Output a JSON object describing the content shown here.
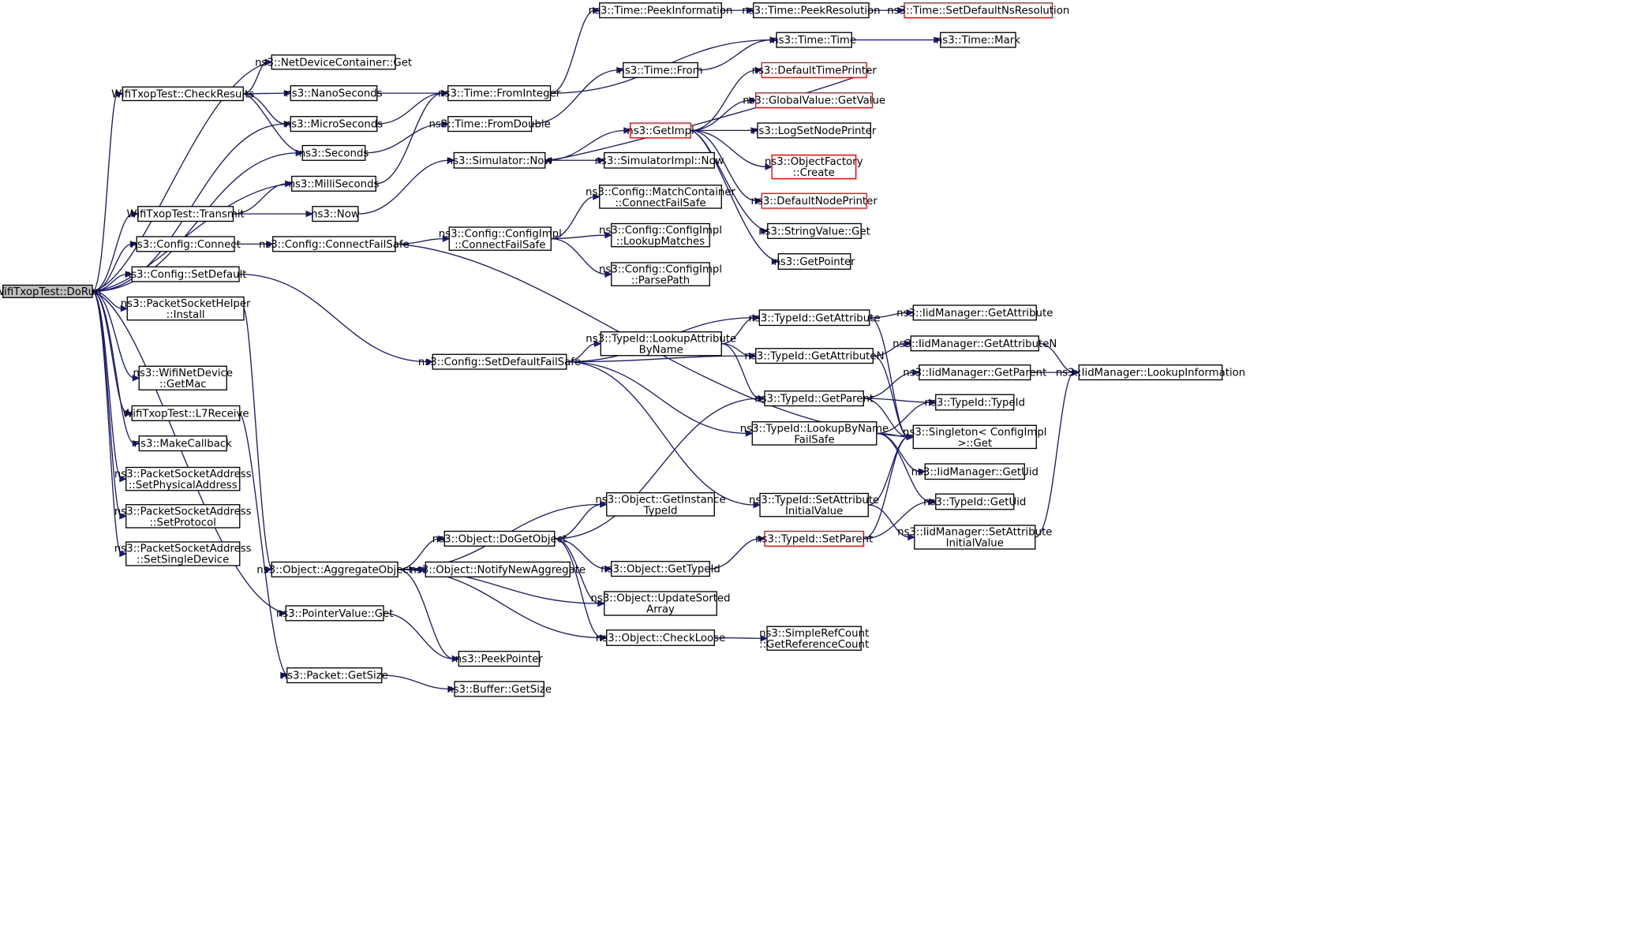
{
  "colors": {
    "edge": "#191970",
    "node_border": "#000000",
    "node_border_highlight": "#ff0000",
    "root_fill": "#bfbfbf"
  },
  "nodes": [
    {
      "id": "dorun",
      "lines": [
        "WifiTxopTest::DoRun"
      ],
      "root": true
    },
    {
      "id": "ndcget",
      "lines": [
        "ns3::NetDeviceContainer::Get"
      ]
    },
    {
      "id": "checkresults",
      "lines": [
        "WifiTxopTest::CheckResults"
      ]
    },
    {
      "id": "nanoseconds",
      "lines": [
        "ns3::NanoSeconds"
      ]
    },
    {
      "id": "microseconds",
      "lines": [
        "ns3::MicroSeconds"
      ]
    },
    {
      "id": "seconds",
      "lines": [
        "ns3::Seconds"
      ]
    },
    {
      "id": "milliseconds",
      "lines": [
        "ns3::MilliSeconds"
      ]
    },
    {
      "id": "transmit",
      "lines": [
        "WifiTxopTest::Transmit"
      ]
    },
    {
      "id": "now",
      "lines": [
        "ns3::Now"
      ]
    },
    {
      "id": "connect",
      "lines": [
        "ns3::Config::Connect"
      ]
    },
    {
      "id": "connectfailsafe",
      "lines": [
        "ns3::Config::ConnectFailSafe"
      ]
    },
    {
      "id": "setdefault",
      "lines": [
        "ns3::Config::SetDefault"
      ]
    },
    {
      "id": "psh_install",
      "lines": [
        "ns3::PacketSocketHelper",
        "::Install"
      ]
    },
    {
      "id": "getmac",
      "lines": [
        "ns3::WifiNetDevice",
        "::GetMac"
      ]
    },
    {
      "id": "l7receive",
      "lines": [
        "WifiTxopTest::L7Receive"
      ]
    },
    {
      "id": "makecallback",
      "lines": [
        "ns3::MakeCallback"
      ]
    },
    {
      "id": "setphysaddr",
      "lines": [
        "ns3::PacketSocketAddress",
        "::SetPhysicalAddress"
      ]
    },
    {
      "id": "setprotocol",
      "lines": [
        "ns3::PacketSocketAddress",
        "::SetProtocol"
      ]
    },
    {
      "id": "setsingledevice",
      "lines": [
        "ns3::PacketSocketAddress",
        "::SetSingleDevice"
      ]
    },
    {
      "id": "peekinfo",
      "lines": [
        "ns3::Time::PeekInformation"
      ]
    },
    {
      "id": "peekres",
      "lines": [
        "ns3::Time::PeekResolution"
      ]
    },
    {
      "id": "setdefaultns",
      "lines": [
        "ns3::Time::SetDefaultNsResolution"
      ],
      "highlight": true
    },
    {
      "id": "time",
      "lines": [
        "ns3::Time::Time"
      ]
    },
    {
      "id": "mark",
      "lines": [
        "ns3::Time::Mark"
      ]
    },
    {
      "id": "timefrom",
      "lines": [
        "ns3::Time::From"
      ]
    },
    {
      "id": "fromint",
      "lines": [
        "ns3::Time::FromInteger"
      ]
    },
    {
      "id": "fromdouble",
      "lines": [
        "ns3::Time::FromDouble"
      ]
    },
    {
      "id": "deftimeprinter",
      "lines": [
        "ns3::DefaultTimePrinter"
      ],
      "highlight": true
    },
    {
      "id": "gvgetvalue",
      "lines": [
        "ns3::GlobalValue::GetValue"
      ],
      "highlight": true
    },
    {
      "id": "getimpl",
      "lines": [
        "ns3::GetImpl"
      ],
      "highlight": true
    },
    {
      "id": "logsetnode",
      "lines": [
        "ns3::LogSetNodePrinter"
      ]
    },
    {
      "id": "simnow",
      "lines": [
        "ns3::Simulator::Now"
      ]
    },
    {
      "id": "simimplnow",
      "lines": [
        "ns3::SimulatorImpl::Now"
      ]
    },
    {
      "id": "objfactory",
      "lines": [
        "ns3::ObjectFactory",
        "::Create"
      ],
      "highlight": true
    },
    {
      "id": "matchcontainer",
      "lines": [
        "ns3::Config::MatchContainer",
        "::ConnectFailSafe"
      ]
    },
    {
      "id": "defnodeprinter",
      "lines": [
        "ns3::DefaultNodePrinter"
      ],
      "highlight": true
    },
    {
      "id": "ci_connectfs",
      "lines": [
        "ns3::Config::ConfigImpl",
        "::ConnectFailSafe"
      ]
    },
    {
      "id": "ci_lookupmatches",
      "lines": [
        "ns3::Config::ConfigImpl",
        "::LookupMatches"
      ]
    },
    {
      "id": "stringvalueget",
      "lines": [
        "ns3::StringValue::Get"
      ]
    },
    {
      "id": "getpointer",
      "lines": [
        "ns3::GetPointer"
      ]
    },
    {
      "id": "ci_parsepath",
      "lines": [
        "ns3::Config::ConfigImpl",
        "::ParsePath"
      ]
    },
    {
      "id": "tid_getattr",
      "lines": [
        "ns3::TypeId::GetAttribute"
      ]
    },
    {
      "id": "iid_getattr",
      "lines": [
        "ns3::IidManager::GetAttribute"
      ]
    },
    {
      "id": "tid_lookupattr",
      "lines": [
        "ns3::TypeId::LookupAttribute",
        "ByName"
      ]
    },
    {
      "id": "iid_getattrn",
      "lines": [
        "ns3::IidManager::GetAttributeN"
      ]
    },
    {
      "id": "setdefaultfs",
      "lines": [
        "ns3::Config::SetDefaultFailSafe"
      ]
    },
    {
      "id": "tid_getattrn",
      "lines": [
        "ns3::TypeId::GetAttributeN"
      ]
    },
    {
      "id": "iid_getparent",
      "lines": [
        "ns3::IidManager::GetParent"
      ]
    },
    {
      "id": "iid_lookupinfo",
      "lines": [
        "ns3::IidManager::LookupInformation"
      ]
    },
    {
      "id": "tid_getparent",
      "lines": [
        "ns3::TypeId::GetParent"
      ]
    },
    {
      "id": "tid_typeid",
      "lines": [
        "ns3::TypeId::TypeId"
      ]
    },
    {
      "id": "tid_lookupbyname",
      "lines": [
        "ns3::TypeId::LookupByName",
        "FailSafe"
      ]
    },
    {
      "id": "singleton",
      "lines": [
        "ns3::Singleton< ConfigImpl",
        ">::Get"
      ]
    },
    {
      "id": "iid_getuid",
      "lines": [
        "ns3::IidManager::GetUid"
      ]
    },
    {
      "id": "tid_setattrinit",
      "lines": [
        "ns3::TypeId::SetAttribute",
        "InitialValue"
      ]
    },
    {
      "id": "tid_getuid",
      "lines": [
        "ns3::TypeId::GetUid"
      ]
    },
    {
      "id": "obj_getinstance",
      "lines": [
        "ns3::Object::GetInstance",
        "TypeId"
      ]
    },
    {
      "id": "obj_dogetobject",
      "lines": [
        "ns3::Object::DoGetObject"
      ]
    },
    {
      "id": "tid_setparent",
      "lines": [
        "ns3::TypeId::SetParent"
      ],
      "highlight": true
    },
    {
      "id": "iid_setattrinit",
      "lines": [
        "ns3::IidManager::SetAttribute",
        "InitialValue"
      ]
    },
    {
      "id": "obj_aggregate",
      "lines": [
        "ns3::Object::AggregateObject"
      ]
    },
    {
      "id": "obj_notify",
      "lines": [
        "ns3::Object::NotifyNewAggregate"
      ]
    },
    {
      "id": "obj_gettypeid",
      "lines": [
        "ns3::Object::GetTypeId"
      ]
    },
    {
      "id": "obj_updatesorted",
      "lines": [
        "ns3::Object::UpdateSorted",
        "Array"
      ]
    },
    {
      "id": "pointervalueget",
      "lines": [
        "ns3::PointerValue::Get"
      ]
    },
    {
      "id": "obj_checkloose",
      "lines": [
        "ns3::Object::CheckLoose"
      ]
    },
    {
      "id": "srcgetref",
      "lines": [
        "ns3::SimpleRefCount",
        "::GetReferenceCount"
      ]
    },
    {
      "id": "peekpointer",
      "lines": [
        "ns3::PeekPointer"
      ]
    },
    {
      "id": "packetgetsize",
      "lines": [
        "ns3::Packet::GetSize"
      ]
    },
    {
      "id": "buffergetsize",
      "lines": [
        "ns3::Buffer::GetSize"
      ]
    }
  ],
  "edges": [
    [
      "dorun",
      "ndcget"
    ],
    [
      "dorun",
      "checkresults"
    ],
    [
      "dorun",
      "microseconds"
    ],
    [
      "dorun",
      "seconds"
    ],
    [
      "dorun",
      "milliseconds"
    ],
    [
      "dorun",
      "transmit"
    ],
    [
      "dorun",
      "connect"
    ],
    [
      "dorun",
      "setdefault"
    ],
    [
      "dorun",
      "psh_install"
    ],
    [
      "dorun",
      "pointervalueget"
    ],
    [
      "dorun",
      "getmac"
    ],
    [
      "dorun",
      "l7receive"
    ],
    [
      "dorun",
      "makecallback"
    ],
    [
      "dorun",
      "setphysaddr"
    ],
    [
      "dorun",
      "setprotocol"
    ],
    [
      "dorun",
      "setsingledevice"
    ],
    [
      "checkresults",
      "ndcget"
    ],
    [
      "checkresults",
      "nanoseconds"
    ],
    [
      "checkresults",
      "microseconds"
    ],
    [
      "checkresults",
      "seconds"
    ],
    [
      "nanoseconds",
      "fromint"
    ],
    [
      "microseconds",
      "fromint"
    ],
    [
      "milliseconds",
      "fromint"
    ],
    [
      "seconds",
      "fromdouble"
    ],
    [
      "transmit",
      "milliseconds"
    ],
    [
      "transmit",
      "now"
    ],
    [
      "now",
      "simnow"
    ],
    [
      "fromint",
      "peekinfo"
    ],
    [
      "fromint",
      "time"
    ],
    [
      "fromdouble",
      "timefrom"
    ],
    [
      "timefrom",
      "time"
    ],
    [
      "peekinfo",
      "peekres"
    ],
    [
      "peekres",
      "setdefaultns"
    ],
    [
      "time",
      "mark"
    ],
    [
      "simnow",
      "getimpl"
    ],
    [
      "simnow",
      "simimplnow"
    ],
    [
      "getimpl",
      "deftimeprinter"
    ],
    [
      "getimpl",
      "gvgetvalue"
    ],
    [
      "getimpl",
      "logsetnode"
    ],
    [
      "getimpl",
      "objfactory"
    ],
    [
      "getimpl",
      "defnodeprinter"
    ],
    [
      "getimpl",
      "stringvalueget"
    ],
    [
      "getimpl",
      "getpointer"
    ],
    [
      "deftimeprinter",
      "simnow"
    ],
    [
      "connect",
      "connectfailsafe"
    ],
    [
      "connectfailsafe",
      "ci_connectfs"
    ],
    [
      "connectfailsafe",
      "singleton"
    ],
    [
      "ci_connectfs",
      "matchcontainer"
    ],
    [
      "ci_connectfs",
      "ci_lookupmatches"
    ],
    [
      "ci_connectfs",
      "ci_parsepath"
    ],
    [
      "setdefault",
      "setdefaultfs"
    ],
    [
      "setdefaultfs",
      "tid_getattr"
    ],
    [
      "setdefaultfs",
      "tid_lookupattr"
    ],
    [
      "setdefaultfs",
      "tid_getattrn"
    ],
    [
      "setdefaultfs",
      "tid_lookupbyname"
    ],
    [
      "setdefaultfs",
      "tid_setattrinit"
    ],
    [
      "tid_lookupattr",
      "tid_getattr"
    ],
    [
      "tid_lookupattr",
      "tid_getattrn"
    ],
    [
      "tid_lookupattr",
      "tid_getparent"
    ],
    [
      "tid_getattr",
      "iid_getattr"
    ],
    [
      "tid_getattr",
      "singleton"
    ],
    [
      "tid_getattrn",
      "iid_getattrn"
    ],
    [
      "tid_getattrn",
      "singleton"
    ],
    [
      "iid_getattrn",
      "iid_lookupinfo"
    ],
    [
      "iid_getparent",
      "iid_lookupinfo"
    ],
    [
      "tid_getparent",
      "iid_getparent"
    ],
    [
      "tid_getparent",
      "tid_typeid"
    ],
    [
      "tid_getparent",
      "singleton"
    ],
    [
      "tid_lookupbyname",
      "tid_typeid"
    ],
    [
      "tid_lookupbyname",
      "singleton"
    ],
    [
      "tid_lookupbyname",
      "iid_getuid"
    ],
    [
      "tid_lookupbyname",
      "tid_getuid"
    ],
    [
      "tid_setattrinit",
      "singleton"
    ],
    [
      "tid_setattrinit",
      "iid_setattrinit"
    ],
    [
      "iid_setattrinit",
      "iid_lookupinfo"
    ],
    [
      "tid_setparent",
      "singleton"
    ],
    [
      "tid_setparent",
      "tid_getuid"
    ],
    [
      "psh_install",
      "obj_aggregate"
    ],
    [
      "obj_aggregate",
      "obj_getinstance"
    ],
    [
      "obj_aggregate",
      "obj_dogetobject"
    ],
    [
      "obj_aggregate",
      "obj_notify"
    ],
    [
      "obj_aggregate",
      "obj_updatesorted"
    ],
    [
      "obj_aggregate",
      "obj_checkloose"
    ],
    [
      "obj_aggregate",
      "peekpointer"
    ],
    [
      "obj_dogetobject",
      "obj_getinstance"
    ],
    [
      "obj_dogetobject",
      "tid_getparent"
    ],
    [
      "obj_dogetobject",
      "obj_gettypeid"
    ],
    [
      "obj_dogetobject",
      "obj_updatesorted"
    ],
    [
      "obj_dogetobject",
      "obj_checkloose"
    ],
    [
      "obj_gettypeid",
      "tid_setparent"
    ],
    [
      "obj_checkloose",
      "srcgetref"
    ],
    [
      "pointervalueget",
      "peekpointer"
    ],
    [
      "l7receive",
      "packetgetsize"
    ],
    [
      "packetgetsize",
      "buffergetsize"
    ]
  ]
}
